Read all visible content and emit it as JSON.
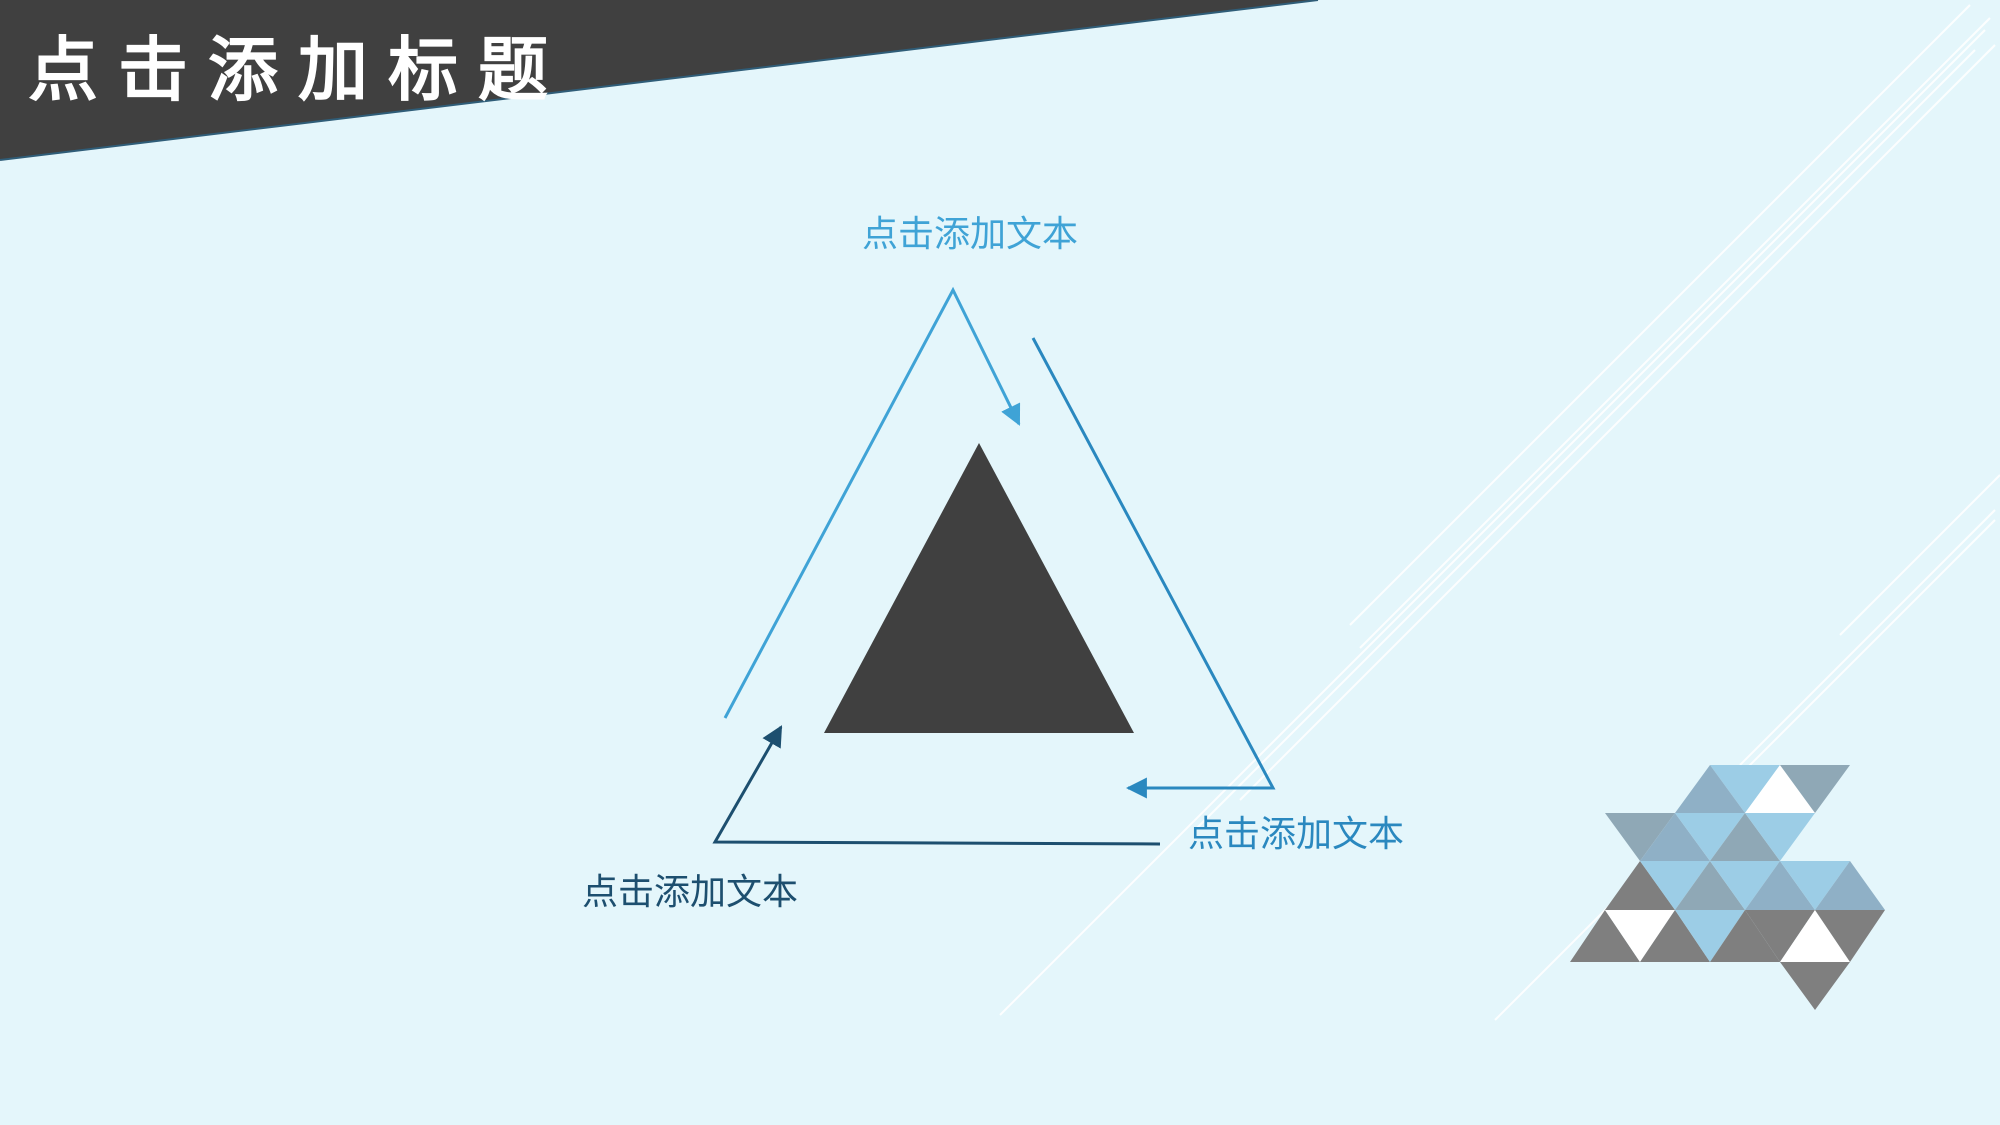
{
  "slide": {
    "title": "点击添加标题",
    "labels": {
      "top": "点击添加文本",
      "right": "点击添加文本",
      "bottom_left": "点击添加文本"
    }
  },
  "colors": {
    "background": "#e4f6fb",
    "title_band": "#404040",
    "center_triangle": "#404040",
    "arrow_top": "#3fa3d6",
    "arrow_right": "#2a88bf",
    "arrow_bottom": "#1d4f6f",
    "mosaic_gray": "#7f7f7f",
    "mosaic_blue": "#9ccde6",
    "mosaic_steel": "#8fb0c6"
  },
  "icons": {
    "center": "filled-triangle-icon",
    "cycle": "triangle-cycle-arrows",
    "decoration": "triangle-mosaic"
  }
}
